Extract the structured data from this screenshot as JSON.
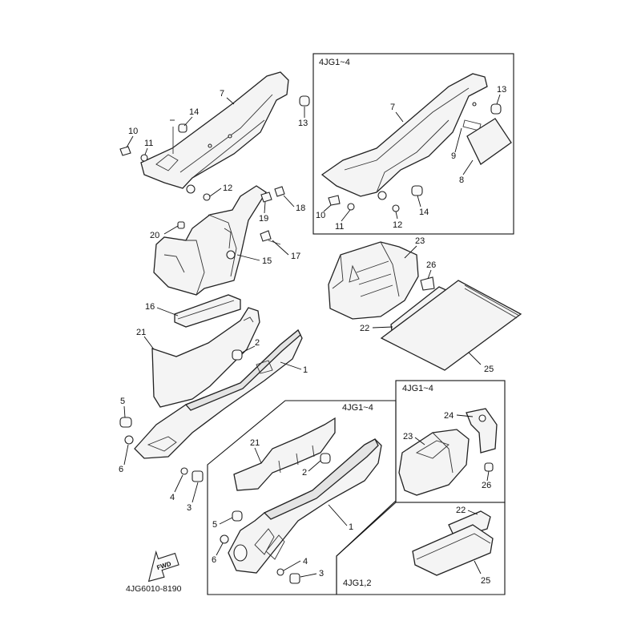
{
  "document_code": "4JG6010-8190",
  "fwd_label": "FWD",
  "inset_labels": {
    "upper_right": "4JG1~4",
    "mid_right": "4JG1~4",
    "lower_center": "4JG1~4",
    "lower_right": "4JG1,2"
  },
  "callouts": {
    "main_cover_upper": {
      "p7": "7",
      "p14": "14",
      "p13": "13",
      "p10": "10",
      "p11": "11",
      "p12": "12"
    },
    "main_battery": {
      "p19": "19",
      "p18": "18",
      "p20": "20",
      "p17": "17",
      "p15": "15"
    },
    "main_side_cover": {
      "p16": "16",
      "p21": "21",
      "p2": "2",
      "p1": "1",
      "p5": "5",
      "p6": "6",
      "p4": "4",
      "p3": "3"
    },
    "inset_upper_right": {
      "p7": "7",
      "p13": "13",
      "p9": "9",
      "p8": "8",
      "p10": "10",
      "p11": "11",
      "p12": "12",
      "p14": "14"
    },
    "toolkit_main": {
      "p23": "23",
      "p26": "26",
      "p22": "22",
      "p25": "25"
    },
    "inset_mid_right": {
      "p24": "24",
      "p23": "23",
      "p26": "26"
    },
    "inset_lower_center": {
      "p21": "21",
      "p2": "2",
      "p1": "1",
      "p5": "5",
      "p6": "6",
      "p4": "4",
      "p3": "3"
    },
    "inset_lower_right": {
      "p22": "22",
      "p25": "25"
    }
  }
}
